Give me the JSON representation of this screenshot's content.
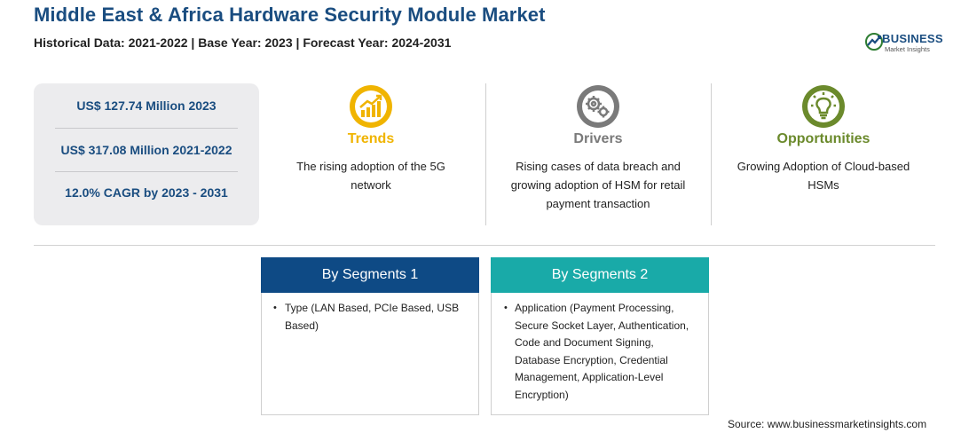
{
  "header": {
    "title": "Middle East & Africa Hardware Security Module Market",
    "subtitle": "Historical Data: 2021-2022 | Base Year: 2023 | Forecast Year: 2024-2031"
  },
  "logo": {
    "name": "BUSINESS",
    "sub": "Market Insights"
  },
  "stats": [
    "US$ 127.74 Million 2023",
    "US$ 317.08 Million 2021-2022",
    "12.0% CAGR by 2023 - 2031"
  ],
  "columns": {
    "trends": {
      "heading": "Trends",
      "line1": "The rising adoption of the 5G",
      "line2": "network",
      "color": "#f0b400",
      "icon": "trend-chart-icon"
    },
    "drivers": {
      "heading": "Drivers",
      "line1": "Rising cases of data breach and",
      "line2": "growing adoption of HSM for retail",
      "line3": "payment transaction",
      "color": "#7a7a7a",
      "icon": "gears-icon"
    },
    "opportunities": {
      "heading": "Opportunities",
      "line1": "Growing Adoption of Cloud-based",
      "line2": "HSMs",
      "color": "#6b8a2c",
      "icon": "lightbulb-icon"
    }
  },
  "segments": [
    {
      "header": "By Segments 1",
      "color": "#0e4a85",
      "lines": [
        "Type (LAN Based, PCIe Based, USB",
        "Based)"
      ]
    },
    {
      "header": "By Segments 2",
      "color": "#19aaa8",
      "lines": [
        "Application (Payment Processing,",
        "Secure Socket Layer, Authentication,",
        "Code and Document Signing,",
        "Database Encryption, Credential",
        "Management, Application-Level",
        "Encryption)"
      ]
    }
  ],
  "source": "Source: www.businessmarketinsights.com"
}
